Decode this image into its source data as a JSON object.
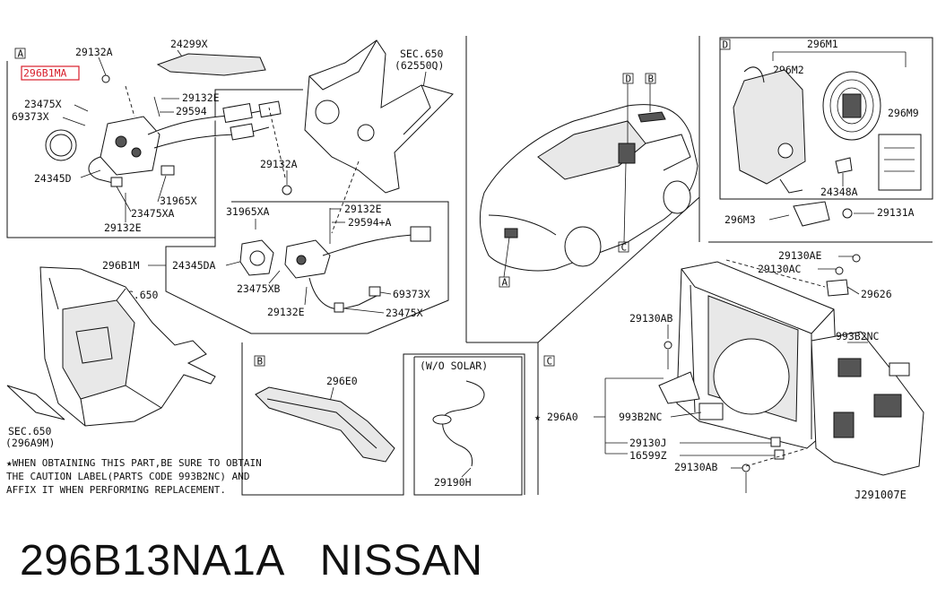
{
  "diagram": {
    "drawing_code": "J291007E",
    "boxes": {
      "a": "A",
      "b": "B",
      "c": "C",
      "d": "D"
    },
    "car_view": {
      "a": "A",
      "b": "B",
      "c": "C",
      "d": "D"
    },
    "highlight_color": "#d81e2b",
    "labels": {
      "p29132a_top": "29132A",
      "p24299x": "24299X",
      "sec650_62550q": "SEC.650",
      "sec650_62550q_sub": "(62550Q)",
      "p296b1ma": "296B1MA",
      "p29132e_1": "29132E",
      "p23475x_1": "23475X",
      "p29594": "29594",
      "p69373x_1": "69373X",
      "p24345d": "24345D",
      "p31965x": "31965X",
      "p23475xa": "23475XA",
      "p29132e_2": "29132E",
      "p29132a_mid": "29132A",
      "p31965xa": "31965XA",
      "p29132e_3": "29132E",
      "p29594a": "29594+A",
      "p296b1m": "296B1M",
      "p24345da": "24345DA",
      "p23475xb": "23475XB",
      "p69373x_2": "69373X",
      "p29132e_4": "29132E",
      "p23475x_2": "23475X",
      "sec650_mid": "SEC.650",
      "sec650_bottom": "SEC.650",
      "sec650_bottom_sub": "(296A9M)",
      "p296m1": "296M1",
      "p296m2": "296M2",
      "p296m9": "296M9",
      "p24348a": "24348A",
      "p296m3": "296M3",
      "p29131a": "29131A",
      "p29130ae": "29130AE",
      "p29130ac": "29130AC",
      "p29626": "29626",
      "p29130ab_1": "29130AB",
      "p993b2nc_1": "993B2NC",
      "p296a0": "296A0",
      "p993b2nc_2": "993B2NC",
      "p29130j": "29130J",
      "p16599z": "16599Z",
      "p29130ab_2": "29130AB",
      "p296e0": "296E0",
      "wo_solar": "(W/O SOLAR)",
      "p29190h": "29190H"
    },
    "note_lines": [
      "WHEN OBTAINING THIS PART,BE SURE TO OBTAIN",
      "THE CAUTION LABEL(PARTS CODE 993B2NC) AND",
      "AFFIX IT WHEN PERFORMING REPLACEMENT."
    ],
    "note_marker": "★",
    "star_marker": "★"
  },
  "caption": {
    "part_number": "296B13NA1A",
    "brand": "NISSAN"
  }
}
